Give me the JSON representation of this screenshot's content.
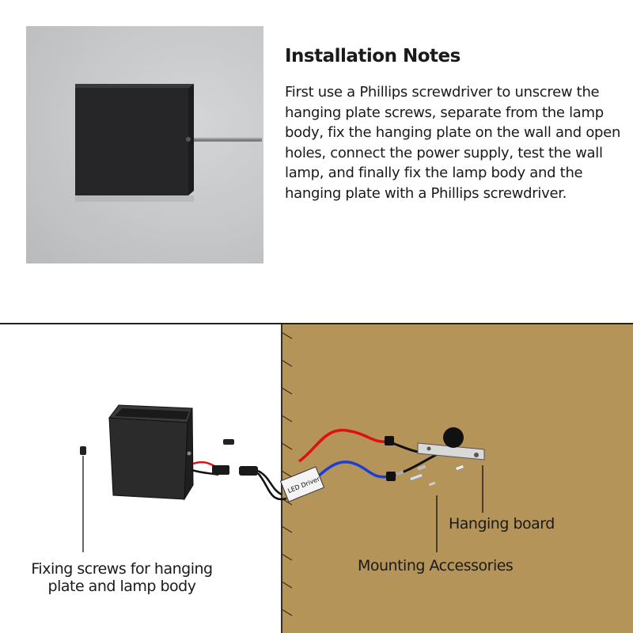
{
  "notes": {
    "title": "Installation Notes",
    "body": "First use a Phillips screwdriver to unscrew the hanging plate screws, separate from the lamp body, fix the hanging plate on the wall and open holes, connect the power supply, test the wall lamp, and finally fix the lamp body and the hanging plate with a Phillips screwdriver."
  },
  "diagram": {
    "driver_label": "LED Driver",
    "labels": {
      "hanging_board": "Hanging board",
      "mounting_accessories": "Mounting Accessories",
      "fixing_screws": "Fixing screws for hanging plate and lamp body"
    }
  },
  "colors": {
    "wall": "#b5945a",
    "lamp": "#2b2b2b",
    "wire_red": "#e01010",
    "wire_blue": "#1a3fd6"
  }
}
